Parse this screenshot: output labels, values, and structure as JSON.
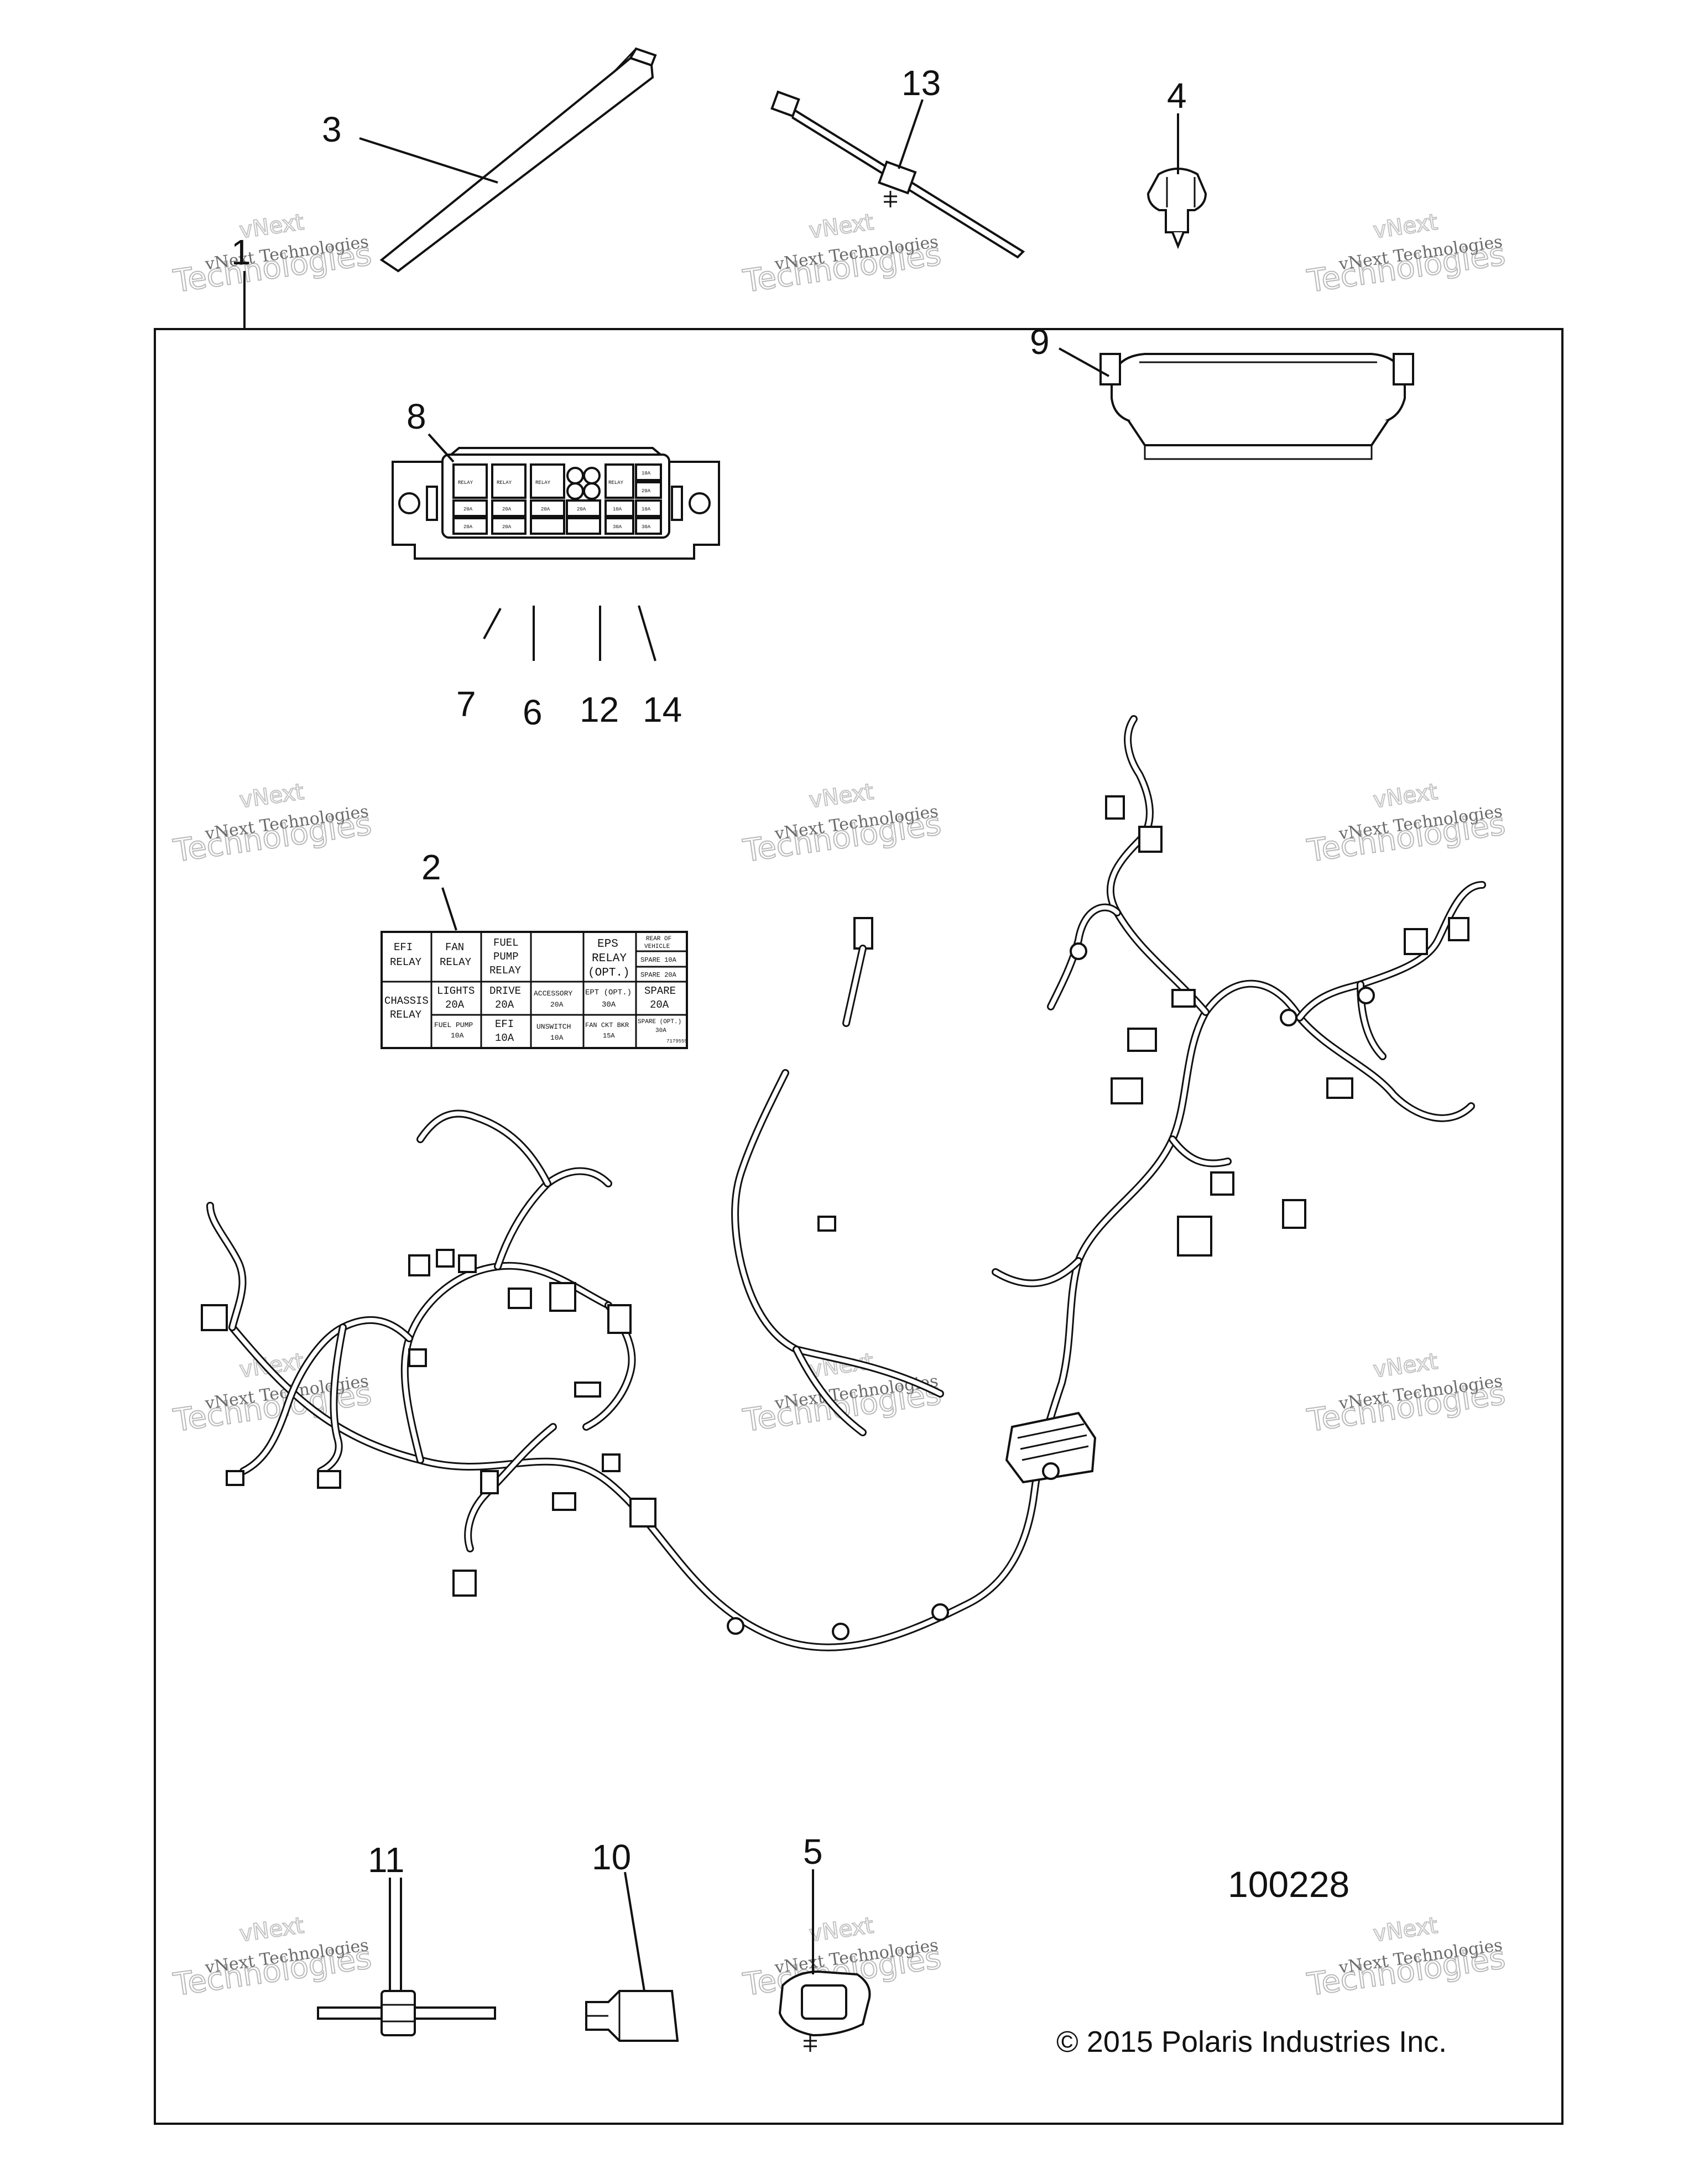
{
  "diagram": {
    "callouts": [
      {
        "id": "1",
        "label": "1"
      },
      {
        "id": "2",
        "label": "2"
      },
      {
        "id": "3",
        "label": "3"
      },
      {
        "id": "4",
        "label": "4"
      },
      {
        "id": "5",
        "label": "5"
      },
      {
        "id": "6",
        "label": "6"
      },
      {
        "id": "7",
        "label": "7"
      },
      {
        "id": "8",
        "label": "8"
      },
      {
        "id": "9",
        "label": "9"
      },
      {
        "id": "10",
        "label": "10"
      },
      {
        "id": "11",
        "label": "11"
      },
      {
        "id": "12",
        "label": "12"
      },
      {
        "id": "13",
        "label": "13"
      },
      {
        "id": "14",
        "label": "14"
      }
    ],
    "figure_number": "100228",
    "copyright": "© 2015 Polaris Industries Inc.",
    "watermark": {
      "line1": "vNext Technologies",
      "line2": "Technologies",
      "line3": "vNext"
    },
    "fuse_label": {
      "row1": {
        "efi1": "EFI",
        "efi2": "RELAY",
        "fan1": "FAN",
        "fan2": "RELAY",
        "fuel1": "FUEL",
        "fuel2": "PUMP",
        "fuel3": "RELAY",
        "eps1": "EPS",
        "eps2": "RELAY",
        "eps3": "(OPT.)",
        "rear1": "REAR OF",
        "rear2": "VEHICLE",
        "spare10": "SPARE 10A",
        "spare20": "SPARE 20A"
      },
      "row2": {
        "chassis1": "CHASSIS",
        "chassis2": "RELAY",
        "lights1": "LIGHTS",
        "lights2": "20A",
        "drive1": "DRIVE",
        "drive2": "20A",
        "acc1": "ACCESSORY",
        "acc2": "20A",
        "ept1": "EPT (OPT.)",
        "ept2": "30A",
        "spare1": "SPARE",
        "spare2": "20A"
      },
      "row3": {
        "fp1": "FUEL PUMP",
        "fp2": "10A",
        "efi1": "EFI",
        "efi2": "10A",
        "unsw1": "UNSWITCH",
        "unsw2": "10A",
        "fancut1": "FAN CKT BKR",
        "fancut2": "15A",
        "spareopt1": "SPARE (OPT.)",
        "spareopt2": "30A",
        "partno": "7179555"
      }
    },
    "fuse_box_cells": {
      "top": [
        "RELAY",
        "RELAY",
        "RELAY",
        "RELAY",
        "10A",
        "20A"
      ],
      "bottom": [
        "20A",
        "20A",
        "20A",
        "20A",
        "10A",
        "10A",
        "20A",
        "20A",
        "30A",
        "30A"
      ]
    }
  }
}
